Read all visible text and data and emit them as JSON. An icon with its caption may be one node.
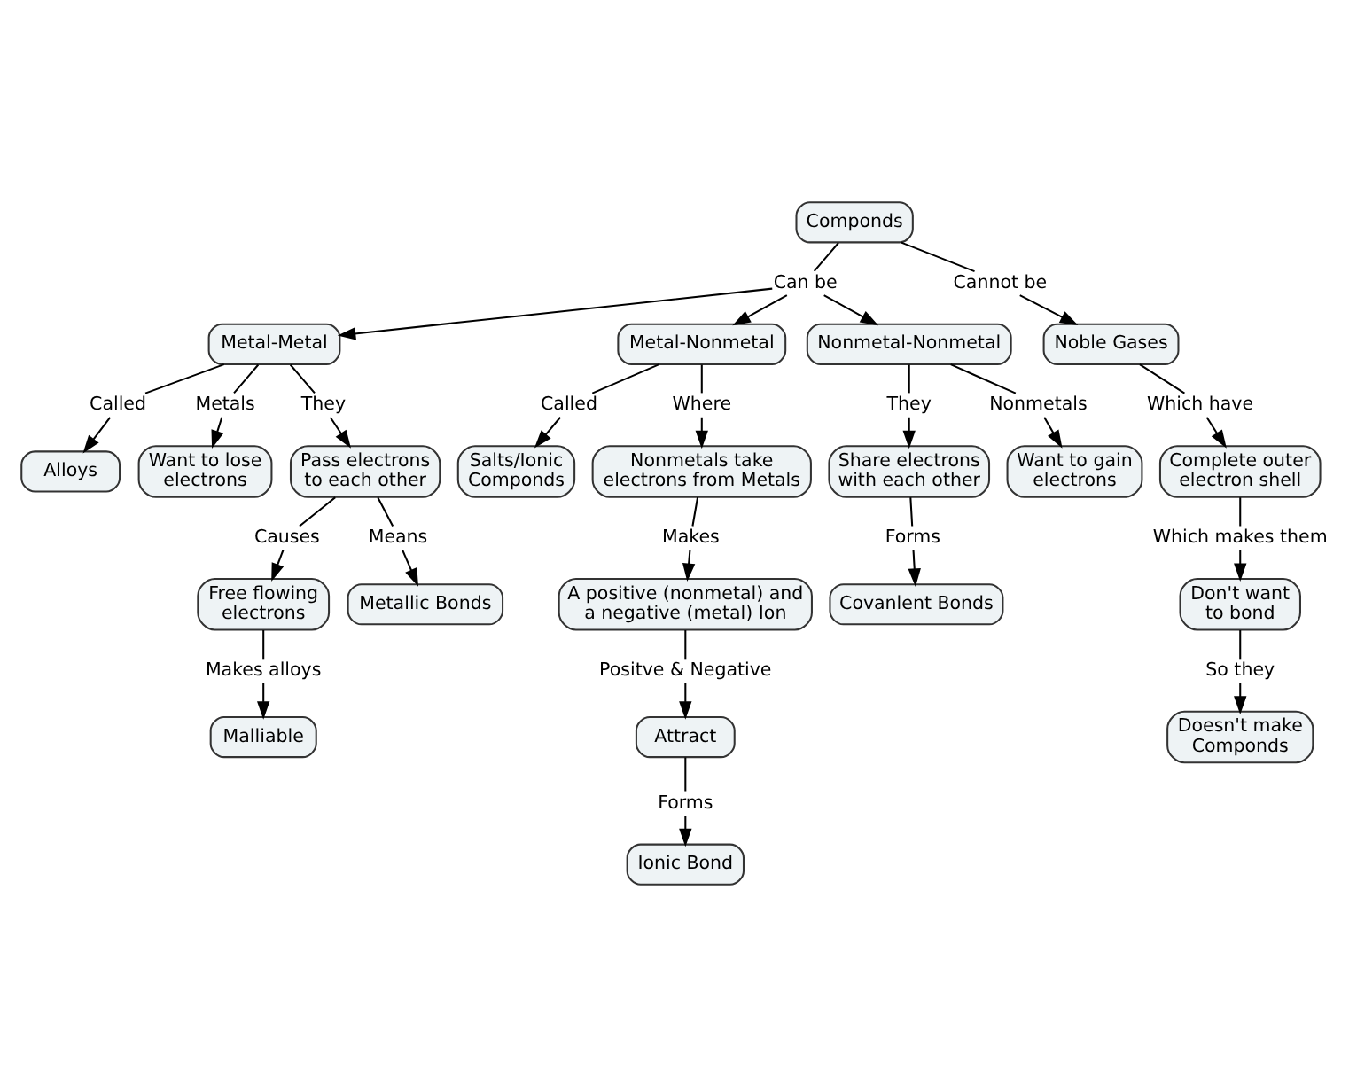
{
  "diagram": {
    "nodes": [
      {
        "text": [
          "Componds"
        ]
      },
      {
        "text": [
          "Can be"
        ]
      },
      {
        "text": [
          "Cannot be"
        ]
      },
      {
        "text": [
          "Metal-Metal"
        ]
      },
      {
        "text": [
          "Metal-Nonmetal"
        ]
      },
      {
        "text": [
          "Nonmetal-Nonmetal"
        ]
      },
      {
        "text": [
          "Noble Gases"
        ]
      },
      {
        "text": [
          "Called"
        ]
      },
      {
        "text": [
          "Called"
        ]
      },
      {
        "text": [
          "Metals"
        ]
      },
      {
        "text": [
          "They"
        ]
      },
      {
        "text": [
          "Where"
        ]
      },
      {
        "text": [
          "They"
        ]
      },
      {
        "text": [
          "Nonmetals"
        ]
      },
      {
        "text": [
          "Which have"
        ]
      },
      {
        "text": [
          "Alloys"
        ]
      },
      {
        "text": [
          "Salts/Ionic Componds"
        ]
      },
      {
        "text": [
          "Want to lose electrons"
        ]
      },
      {
        "text": [
          "Pass electrons to each other"
        ]
      },
      {
        "text": [
          "Nonmetals take electrons from Metals"
        ]
      },
      {
        "text": [
          "Share electrons with each other"
        ]
      },
      {
        "text": [
          "Want to gain electrons"
        ]
      },
      {
        "text": [
          "Complete outer electron shell"
        ]
      },
      {
        "text": [
          "Causes"
        ]
      },
      {
        "text": [
          "Means"
        ]
      },
      {
        "text": [
          "Makes"
        ]
      },
      {
        "text": [
          "Which makes them"
        ]
      },
      {
        "text": [
          "Free flowing electrons"
        ]
      },
      {
        "text": [
          "Metallic Bonds"
        ]
      },
      {
        "text": [
          "Forms"
        ]
      },
      {
        "text": [
          "Don't want to bond"
        ]
      },
      {
        "text": [
          "A positive (nonmetal) and a negative (metal) Ion"
        ]
      },
      {
        "text": [
          "Covanlent Bonds"
        ]
      },
      {
        "text": [
          "Makes alloys"
        ]
      },
      {
        "text": [
          "So they"
        ]
      },
      {
        "text": [
          "Positve & Negative"
        ]
      },
      {
        "text": [
          "Malliable"
        ]
      },
      {
        "text": [
          "Doesn't make Componds"
        ]
      },
      {
        "text": [
          "Attract"
        ]
      },
      {
        "text": [
          "Forms"
        ]
      },
      {
        "text": [
          "Ionic Bond"
        ]
      }
    ],
    "edges": [
      {
        "from": 0,
        "to": 1,
        "arrow": "none"
      },
      {
        "from": 0,
        "to": 2,
        "arrow": "none"
      },
      {
        "from": 1,
        "to": 3,
        "arrow": "to"
      },
      {
        "from": 1,
        "to": 4,
        "arrow": "to"
      },
      {
        "from": 1,
        "to": 5,
        "arrow": "to"
      },
      {
        "from": 2,
        "to": 6,
        "arrow": "to"
      },
      {
        "from": 3,
        "to": 7,
        "arrow": "none"
      },
      {
        "from": 7,
        "to": 15,
        "arrow": "to"
      },
      {
        "from": 3,
        "to": 9,
        "arrow": "none"
      },
      {
        "from": 9,
        "to": 17,
        "arrow": "to"
      },
      {
        "from": 3,
        "to": 10,
        "arrow": "none"
      },
      {
        "from": 10,
        "to": 18,
        "arrow": "to"
      },
      {
        "from": 4,
        "to": 8,
        "arrow": "none"
      },
      {
        "from": 8,
        "to": 16,
        "arrow": "to"
      },
      {
        "from": 4,
        "to": 11,
        "arrow": "none"
      },
      {
        "from": 11,
        "to": 19,
        "arrow": "to"
      },
      {
        "from": 5,
        "to": 12,
        "arrow": "none"
      },
      {
        "from": 12,
        "to": 20,
        "arrow": "to"
      },
      {
        "from": 5,
        "to": 13,
        "arrow": "none"
      },
      {
        "from": 13,
        "to": 21,
        "arrow": "to"
      },
      {
        "from": 6,
        "to": 14,
        "arrow": "none"
      },
      {
        "from": 14,
        "to": 22,
        "arrow": "to"
      },
      {
        "from": 18,
        "to": 23,
        "arrow": "none"
      },
      {
        "from": 23,
        "to": 27,
        "arrow": "to"
      },
      {
        "from": 18,
        "to": 24,
        "arrow": "none"
      },
      {
        "from": 24,
        "to": 28,
        "arrow": "to"
      },
      {
        "from": 19,
        "to": 25,
        "arrow": "none"
      },
      {
        "from": 25,
        "to": 31,
        "arrow": "to"
      },
      {
        "from": 20,
        "to": 29,
        "arrow": "none"
      },
      {
        "from": 29,
        "to": 32,
        "arrow": "to"
      },
      {
        "from": 22,
        "to": 26,
        "arrow": "none"
      },
      {
        "from": 26,
        "to": 30,
        "arrow": "to"
      },
      {
        "from": 27,
        "to": 33,
        "arrow": "none"
      },
      {
        "from": 33,
        "to": 36,
        "arrow": "to"
      },
      {
        "from": 31,
        "to": 35,
        "arrow": "none"
      },
      {
        "from": 35,
        "to": 38,
        "arrow": "to"
      },
      {
        "from": 30,
        "to": 34,
        "arrow": "none"
      },
      {
        "from": 34,
        "to": 37,
        "arrow": "to"
      },
      {
        "from": 38,
        "to": 39,
        "arrow": "none"
      },
      {
        "from": 39,
        "to": 40,
        "arrow": "to"
      }
    ]
  }
}
